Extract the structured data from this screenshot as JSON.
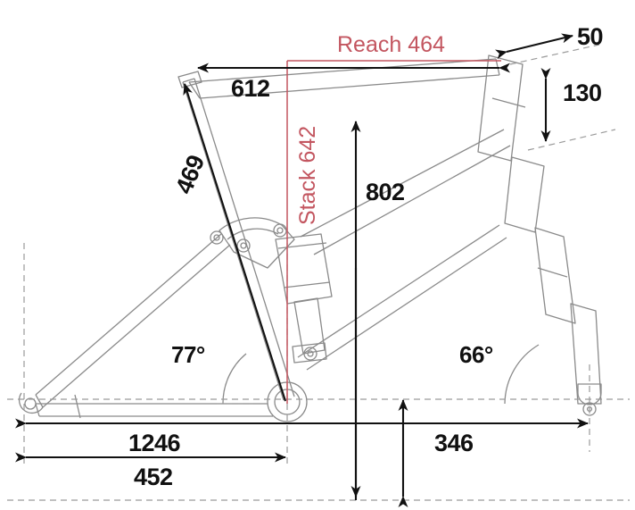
{
  "diagram": {
    "title": "bicycle-frame-geometry",
    "units": "mm",
    "accent_color": "#C35660",
    "line_color": "#111111",
    "frame_color": "#8a8a8a",
    "dashed_color": "#9a9a9a"
  },
  "chart_data": {
    "type": "diagram",
    "title": "Bicycle Frame Geometry",
    "measurements": [
      {
        "name": "reach",
        "label": "Reach 464",
        "value": 464,
        "unit": "mm",
        "color": "#C35660",
        "orientation": "horizontal"
      },
      {
        "name": "stack",
        "label": "Stack 642",
        "value": 642,
        "unit": "mm",
        "color": "#C35660",
        "orientation": "vertical-rotated"
      },
      {
        "name": "top-tube",
        "label": "612",
        "value": 612,
        "unit": "mm",
        "color": "#111111",
        "orientation": "horizontal"
      },
      {
        "name": "seat-tube",
        "label": "469",
        "value": 469,
        "unit": "mm",
        "color": "#111111",
        "orientation": "rotated"
      },
      {
        "name": "fork-offset",
        "label": "50",
        "value": 50,
        "unit": "mm",
        "color": "#111111",
        "orientation": "diagonal"
      },
      {
        "name": "head-tube",
        "label": "130",
        "value": 130,
        "unit": "mm",
        "color": "#111111",
        "orientation": "diagonal"
      },
      {
        "name": "standover-height",
        "label": "802",
        "value": 802,
        "unit": "mm",
        "color": "#111111",
        "orientation": "vertical"
      },
      {
        "name": "seat-tube-angle",
        "label": "77°",
        "value": 77,
        "unit": "deg",
        "color": "#111111",
        "orientation": "angle"
      },
      {
        "name": "head-tube-angle",
        "label": "66°",
        "value": 66,
        "unit": "deg",
        "color": "#111111",
        "orientation": "angle"
      },
      {
        "name": "wheelbase",
        "label": "1246",
        "value": 1246,
        "unit": "mm",
        "color": "#111111",
        "orientation": "horizontal"
      },
      {
        "name": "chainstay",
        "label": "452",
        "value": 452,
        "unit": "mm",
        "color": "#111111",
        "orientation": "horizontal"
      },
      {
        "name": "front-center",
        "label": "346",
        "value": 346,
        "unit": "mm",
        "color": "#111111",
        "orientation": "horizontal"
      }
    ]
  },
  "labels": {
    "reach": "Reach 464",
    "stack": "Stack 642",
    "top_tube": "612",
    "seat_tube": "469",
    "fork_offset": "50",
    "head_tube": "130",
    "standover": "802",
    "seat_angle": "77°",
    "head_angle": "66°",
    "wheelbase": "1246",
    "chainstay": "452",
    "front_center": "346"
  }
}
